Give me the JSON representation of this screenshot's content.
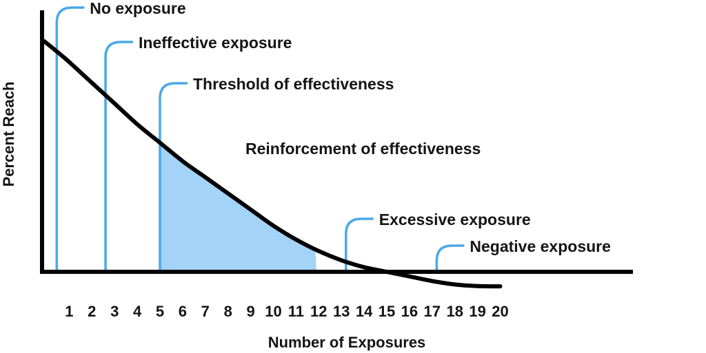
{
  "chart_data": {
    "type": "line",
    "xlabel": "Number of Exposures",
    "ylabel": "Percent Reach",
    "x_ticks": [
      "1",
      "2",
      "3",
      "4",
      "5",
      "6",
      "7",
      "8",
      "9",
      "10",
      "11",
      "12",
      "13",
      "14",
      "15",
      "16",
      "17",
      "18",
      "19",
      "20"
    ],
    "curve": {
      "x": [
        -0.1,
        0.4,
        1.0,
        2.0,
        3.0,
        4.0,
        5.0,
        6.0,
        7.0,
        8.0,
        9.0,
        10.0,
        11.0,
        12.0,
        13.0,
        14.0,
        15.0,
        16.0,
        17.0,
        18.0,
        19.0,
        20.0
      ],
      "y": [
        100,
        96,
        91,
        82,
        73,
        64,
        56,
        48,
        41,
        34,
        27,
        20,
        14,
        9,
        5,
        2,
        0,
        -2,
        -4,
        -5.5,
        -6.2,
        -6.3
      ]
    },
    "shaded_region": {
      "x_start": 4.95,
      "x_end": 11.9,
      "color": "#a3d3f7"
    },
    "annotations": [
      {
        "text": "No exposure",
        "x": 0.45
      },
      {
        "text": "Ineffective exposure",
        "x": 2.6
      },
      {
        "text": "Threshold of effectiveness",
        "x": 5.0
      },
      {
        "text": "Reinforcement of effectiveness",
        "x": null
      },
      {
        "text": "Excessive exposure",
        "x": 13.2
      },
      {
        "text": "Negative exposure",
        "x": 17.2
      }
    ],
    "colors": {
      "curve": "#000000",
      "axis": "#000000",
      "marker": "#4aa8e8",
      "fill": "#a3d3f7",
      "text": "#141414"
    },
    "grid": false,
    "legend": "none"
  }
}
